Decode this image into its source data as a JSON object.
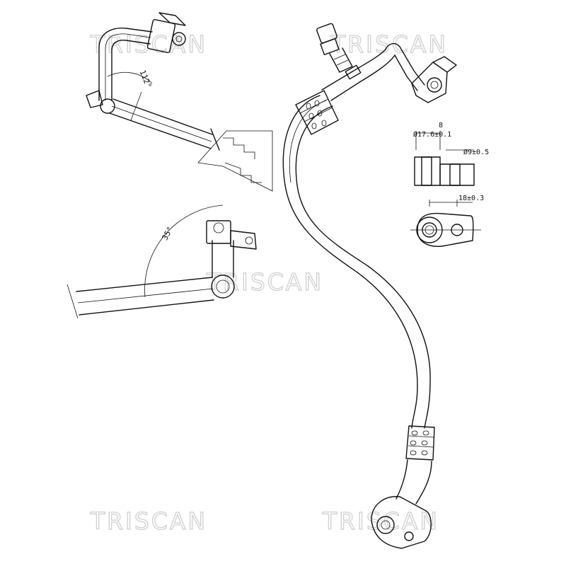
{
  "watermark": {
    "text": "TRISCAN",
    "color": "#d0d0d0"
  },
  "annotations": {
    "angle_top": "112°",
    "angle_mid": "35°",
    "dim_diameter_outer": "Ø17.6±0.1",
    "dim_thickness": "8",
    "dim_diameter_hole": "Ø9±0.5",
    "dim_distance": "18±0.3"
  },
  "colors": {
    "line": "#111111",
    "background": "#ffffff"
  }
}
